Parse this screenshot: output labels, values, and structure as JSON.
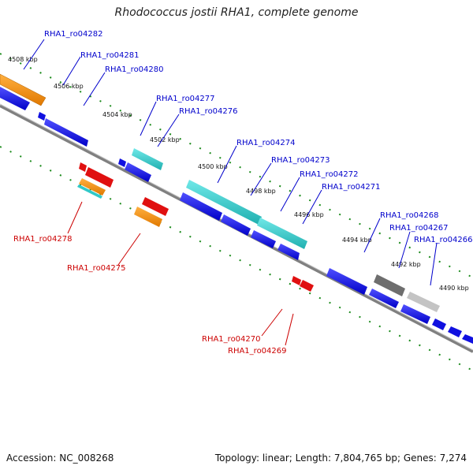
{
  "title": "Rhodococcus jostii RHA1, complete genome",
  "footer": {
    "accession": "Accession: NC_008268",
    "summary": "Topology: linear; Length: 7,804,765 bp; Genes: 7,274"
  },
  "kbp_ticks": [
    "4508 kbp",
    "4506 kbp",
    "4504 kbp",
    "4502 kbp",
    "4500 kbp",
    "4498 kbp",
    "4496 kbp",
    "4494 kbp",
    "4492 kbp",
    "4490 kbp"
  ],
  "labels_top": [
    "RHA1_ro04282",
    "RHA1_ro04281",
    "RHA1_ro04280",
    "RHA1_ro04277",
    "RHA1_ro04276",
    "RHA1_ro04274",
    "RHA1_ro04273",
    "RHA1_ro04272",
    "RHA1_ro04271",
    "RHA1_ro04268",
    "RHA1_ro04267",
    "RHA1_ro04266"
  ],
  "labels_bottom": [
    "RHA1_ro04278",
    "RHA1_ro04275",
    "RHA1_ro04270",
    "RHA1_ro04269"
  ],
  "colors": {
    "cds": "#1010e0",
    "orange": "#f08c10",
    "cyan": "#30c8c8",
    "red": "#e01010",
    "darkgray": "#707070",
    "lightgray": "#c0c0c0",
    "backbone": "#808080",
    "tick": "#1a8a1a",
    "label_top": "#0000cc",
    "label_bottom": "#cc0000"
  }
}
